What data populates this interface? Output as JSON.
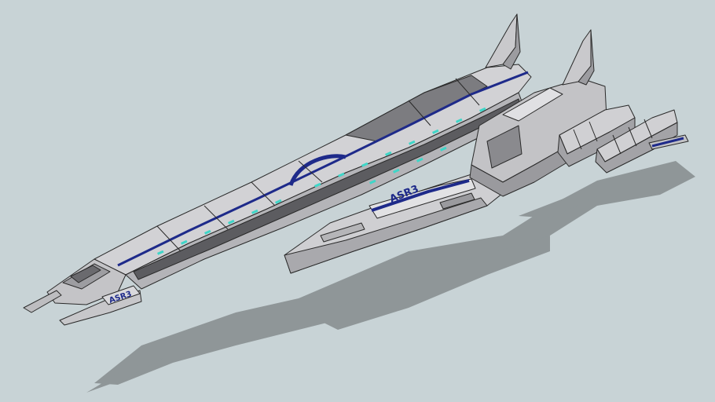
{
  "scene": {
    "subject": "ship-model",
    "colors": {
      "background": "#c8d3d6",
      "shadow": "#8f9698",
      "hull_light": "#d4d4d6",
      "hull_mid": "#b9b9bc",
      "hull_dark": "#8d8d90",
      "panel_dark": "#5c5c60",
      "stripe": "#1e2a8a",
      "window": "#3fd6c8",
      "outline": "#2a2a2a"
    }
  },
  "markings": {
    "wing_label": "ASR3",
    "nose_label": "ASR3"
  }
}
